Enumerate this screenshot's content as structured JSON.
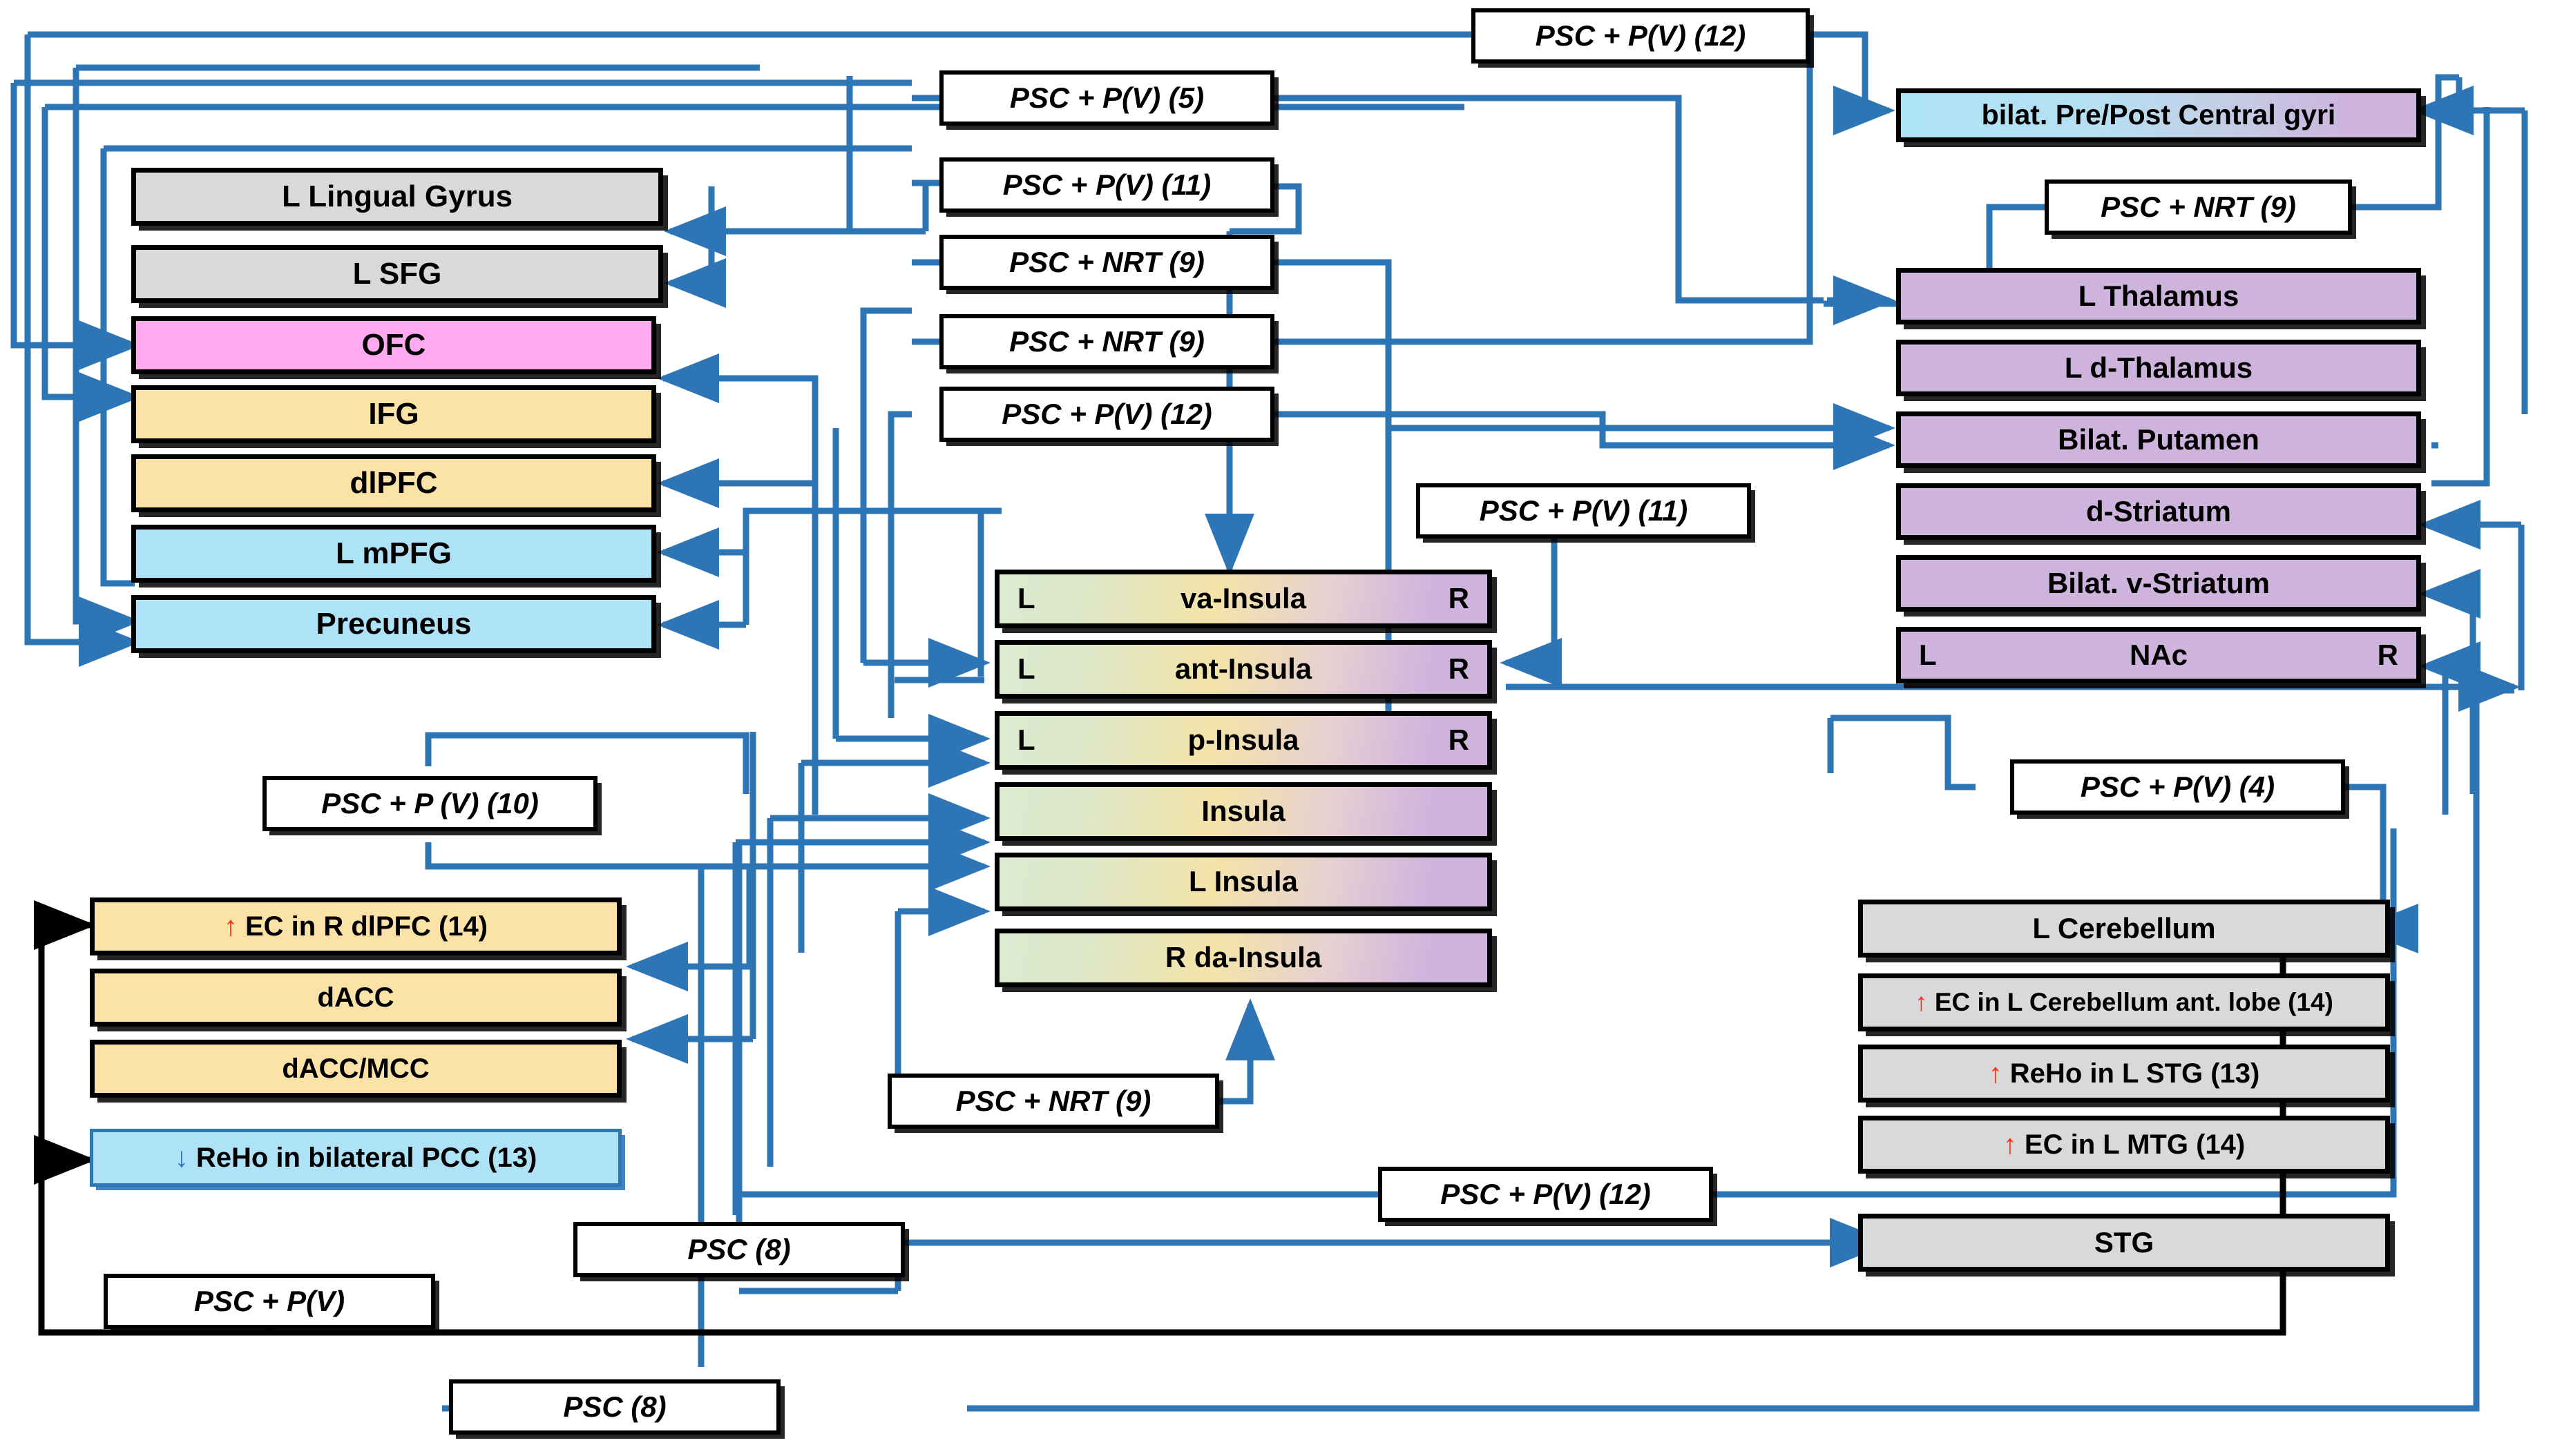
{
  "colors": {
    "wire_blue": "#2e75b6",
    "wire_black": "#000000",
    "grey": "#d9d9d9",
    "pink": "#ffaaf0",
    "yellow": "#fbe2a7",
    "blue": "#aee3f7",
    "purple": "#ceb3dd",
    "up_arrow_red": "#ff2d16",
    "down_arrow_blue": "#2e75b6"
  },
  "left_column": [
    {
      "label": "L Lingual Gyrus",
      "color": "grey"
    },
    {
      "label": "L SFG",
      "color": "grey"
    },
    {
      "label": "OFC",
      "color": "pink"
    },
    {
      "label": "IFG",
      "color": "yellow"
    },
    {
      "label": "dlPFC",
      "color": "yellow"
    },
    {
      "label": "L mPFG",
      "color": "blue"
    },
    {
      "label": "Precuneus",
      "color": "blue"
    }
  ],
  "center_column": [
    {
      "label": "va-Insula",
      "left_tag": "L",
      "right_tag": "R"
    },
    {
      "label": "ant-Insula",
      "left_tag": "L",
      "right_tag": "R"
    },
    {
      "label": "p-Insula",
      "left_tag": "L",
      "right_tag": "R"
    },
    {
      "label": "Insula",
      "left_tag": "",
      "right_tag": ""
    },
    {
      "label": "L Insula",
      "left_tag": "",
      "right_tag": ""
    },
    {
      "label": "R da-Insula",
      "left_tag": "",
      "right_tag": ""
    }
  ],
  "right_column": [
    {
      "label": "bilat. Pre/Post Central gyri",
      "color": "blue-purple-gradient"
    },
    {
      "label": "L Thalamus",
      "color": "purple"
    },
    {
      "label": "L d-Thalamus",
      "color": "purple"
    },
    {
      "label": "Bilat. Putamen",
      "color": "purple"
    },
    {
      "label": "d-Striatum",
      "color": "purple"
    },
    {
      "label": "Bilat. v-Striatum",
      "color": "purple"
    },
    {
      "label": "NAc",
      "left_tag": "L",
      "right_tag": "R",
      "color": "purple"
    }
  ],
  "bottom_left_column": [
    {
      "arrow": "up",
      "label": "EC in R dlPFC (14)",
      "color": "yellow"
    },
    {
      "arrow": "",
      "label": "dACC",
      "color": "yellow"
    },
    {
      "arrow": "",
      "label": "dACC/MCC",
      "color": "yellow"
    },
    {
      "arrow": "down",
      "label": "ReHo in bilateral PCC (13)",
      "color": "blue"
    }
  ],
  "bottom_right_column": [
    {
      "arrow": "",
      "label": "L Cerebellum",
      "color": "grey"
    },
    {
      "arrow": "up",
      "label": "EC in L Cerebellum ant. lobe (14)",
      "color": "grey"
    },
    {
      "arrow": "up",
      "label": "ReHo in L STG (13)",
      "color": "grey"
    },
    {
      "arrow": "up",
      "label": "EC in L MTG (14)",
      "color": "grey"
    },
    {
      "arrow": "",
      "label": "STG",
      "color": "grey"
    }
  ],
  "edge_labels": [
    {
      "id": "l_psc_pv_12_top",
      "text": "PSC + P(V) (12)"
    },
    {
      "id": "l_psc_pv_5",
      "text": "PSC + P(V) (5)"
    },
    {
      "id": "l_psc_nrt_9_right",
      "text": "PSC + NRT (9)"
    },
    {
      "id": "l_psc_pv_11_a",
      "text": "PSC + P(V) (11)"
    },
    {
      "id": "l_psc_nrt_9_a",
      "text": "PSC + NRT (9)"
    },
    {
      "id": "l_psc_nrt_9_b",
      "text": "PSC + NRT (9)"
    },
    {
      "id": "l_psc_pv_12_a",
      "text": "PSC + P(V) (12)"
    },
    {
      "id": "l_psc_pv_11_b",
      "text": "PSC + P(V) (11)"
    },
    {
      "id": "l_psc_pv_4",
      "text": "PSC + P(V) (4)"
    },
    {
      "id": "l_psc_p_v_10",
      "text": "PSC + P (V) (10)"
    },
    {
      "id": "l_psc_nrt_9_c",
      "text": "PSC + NRT (9)"
    },
    {
      "id": "l_psc_pv_12_b",
      "text": "PSC + P(V) (12)"
    },
    {
      "id": "l_psc_8_a",
      "text": "PSC (8)"
    },
    {
      "id": "l_psc_pv_plain",
      "text": "PSC + P(V)"
    },
    {
      "id": "l_psc_8_b",
      "text": "PSC (8)"
    }
  ],
  "glyphs": {
    "up_arrow": "↑",
    "down_arrow": "↓"
  }
}
